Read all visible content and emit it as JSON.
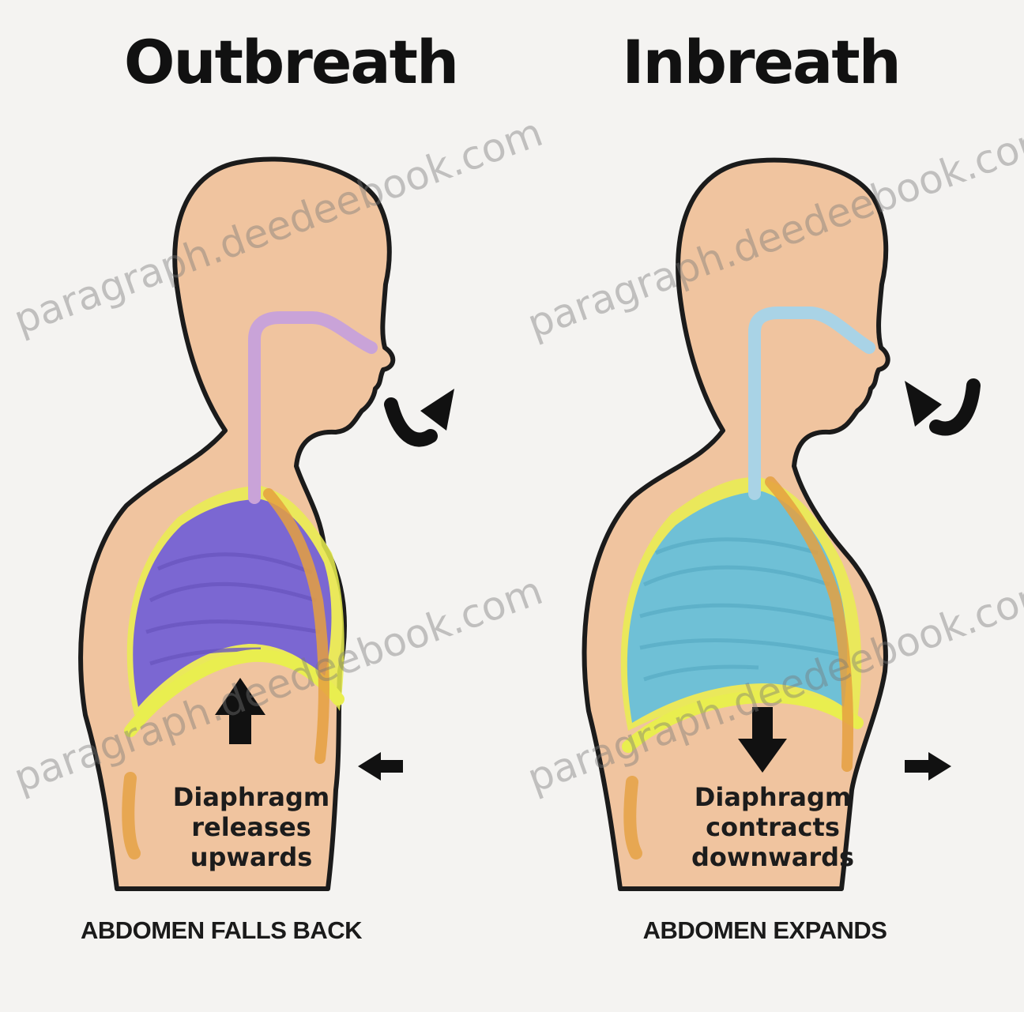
{
  "panels": [
    {
      "title": "Outbreath",
      "label_lines": [
        "Diaphragm",
        "releases",
        "upwards"
      ],
      "caption": "ABDOMEN FALLS BACK",
      "lung_color": "#7b67d2",
      "airway_color": "#c9a3d8",
      "airflow": "out",
      "diaphragm_direction": "up",
      "abdomen_direction": "in"
    },
    {
      "title": "Inbreath",
      "label_lines": [
        "Diaphragm",
        "contracts",
        "downwards"
      ],
      "caption": "ABDOMEN EXPANDS",
      "lung_color": "#6fc0d6",
      "airway_color": "#a9d3e6",
      "airflow": "in",
      "diaphragm_direction": "down",
      "abdomen_direction": "out"
    }
  ],
  "colors": {
    "skin": "#f0c49f",
    "outline": "#1b1b1b",
    "membrane": "#e9ee4f",
    "spine": "#e5a03f",
    "background": "#f4f3f1"
  },
  "watermark": "paragraph.deedeebook.com"
}
